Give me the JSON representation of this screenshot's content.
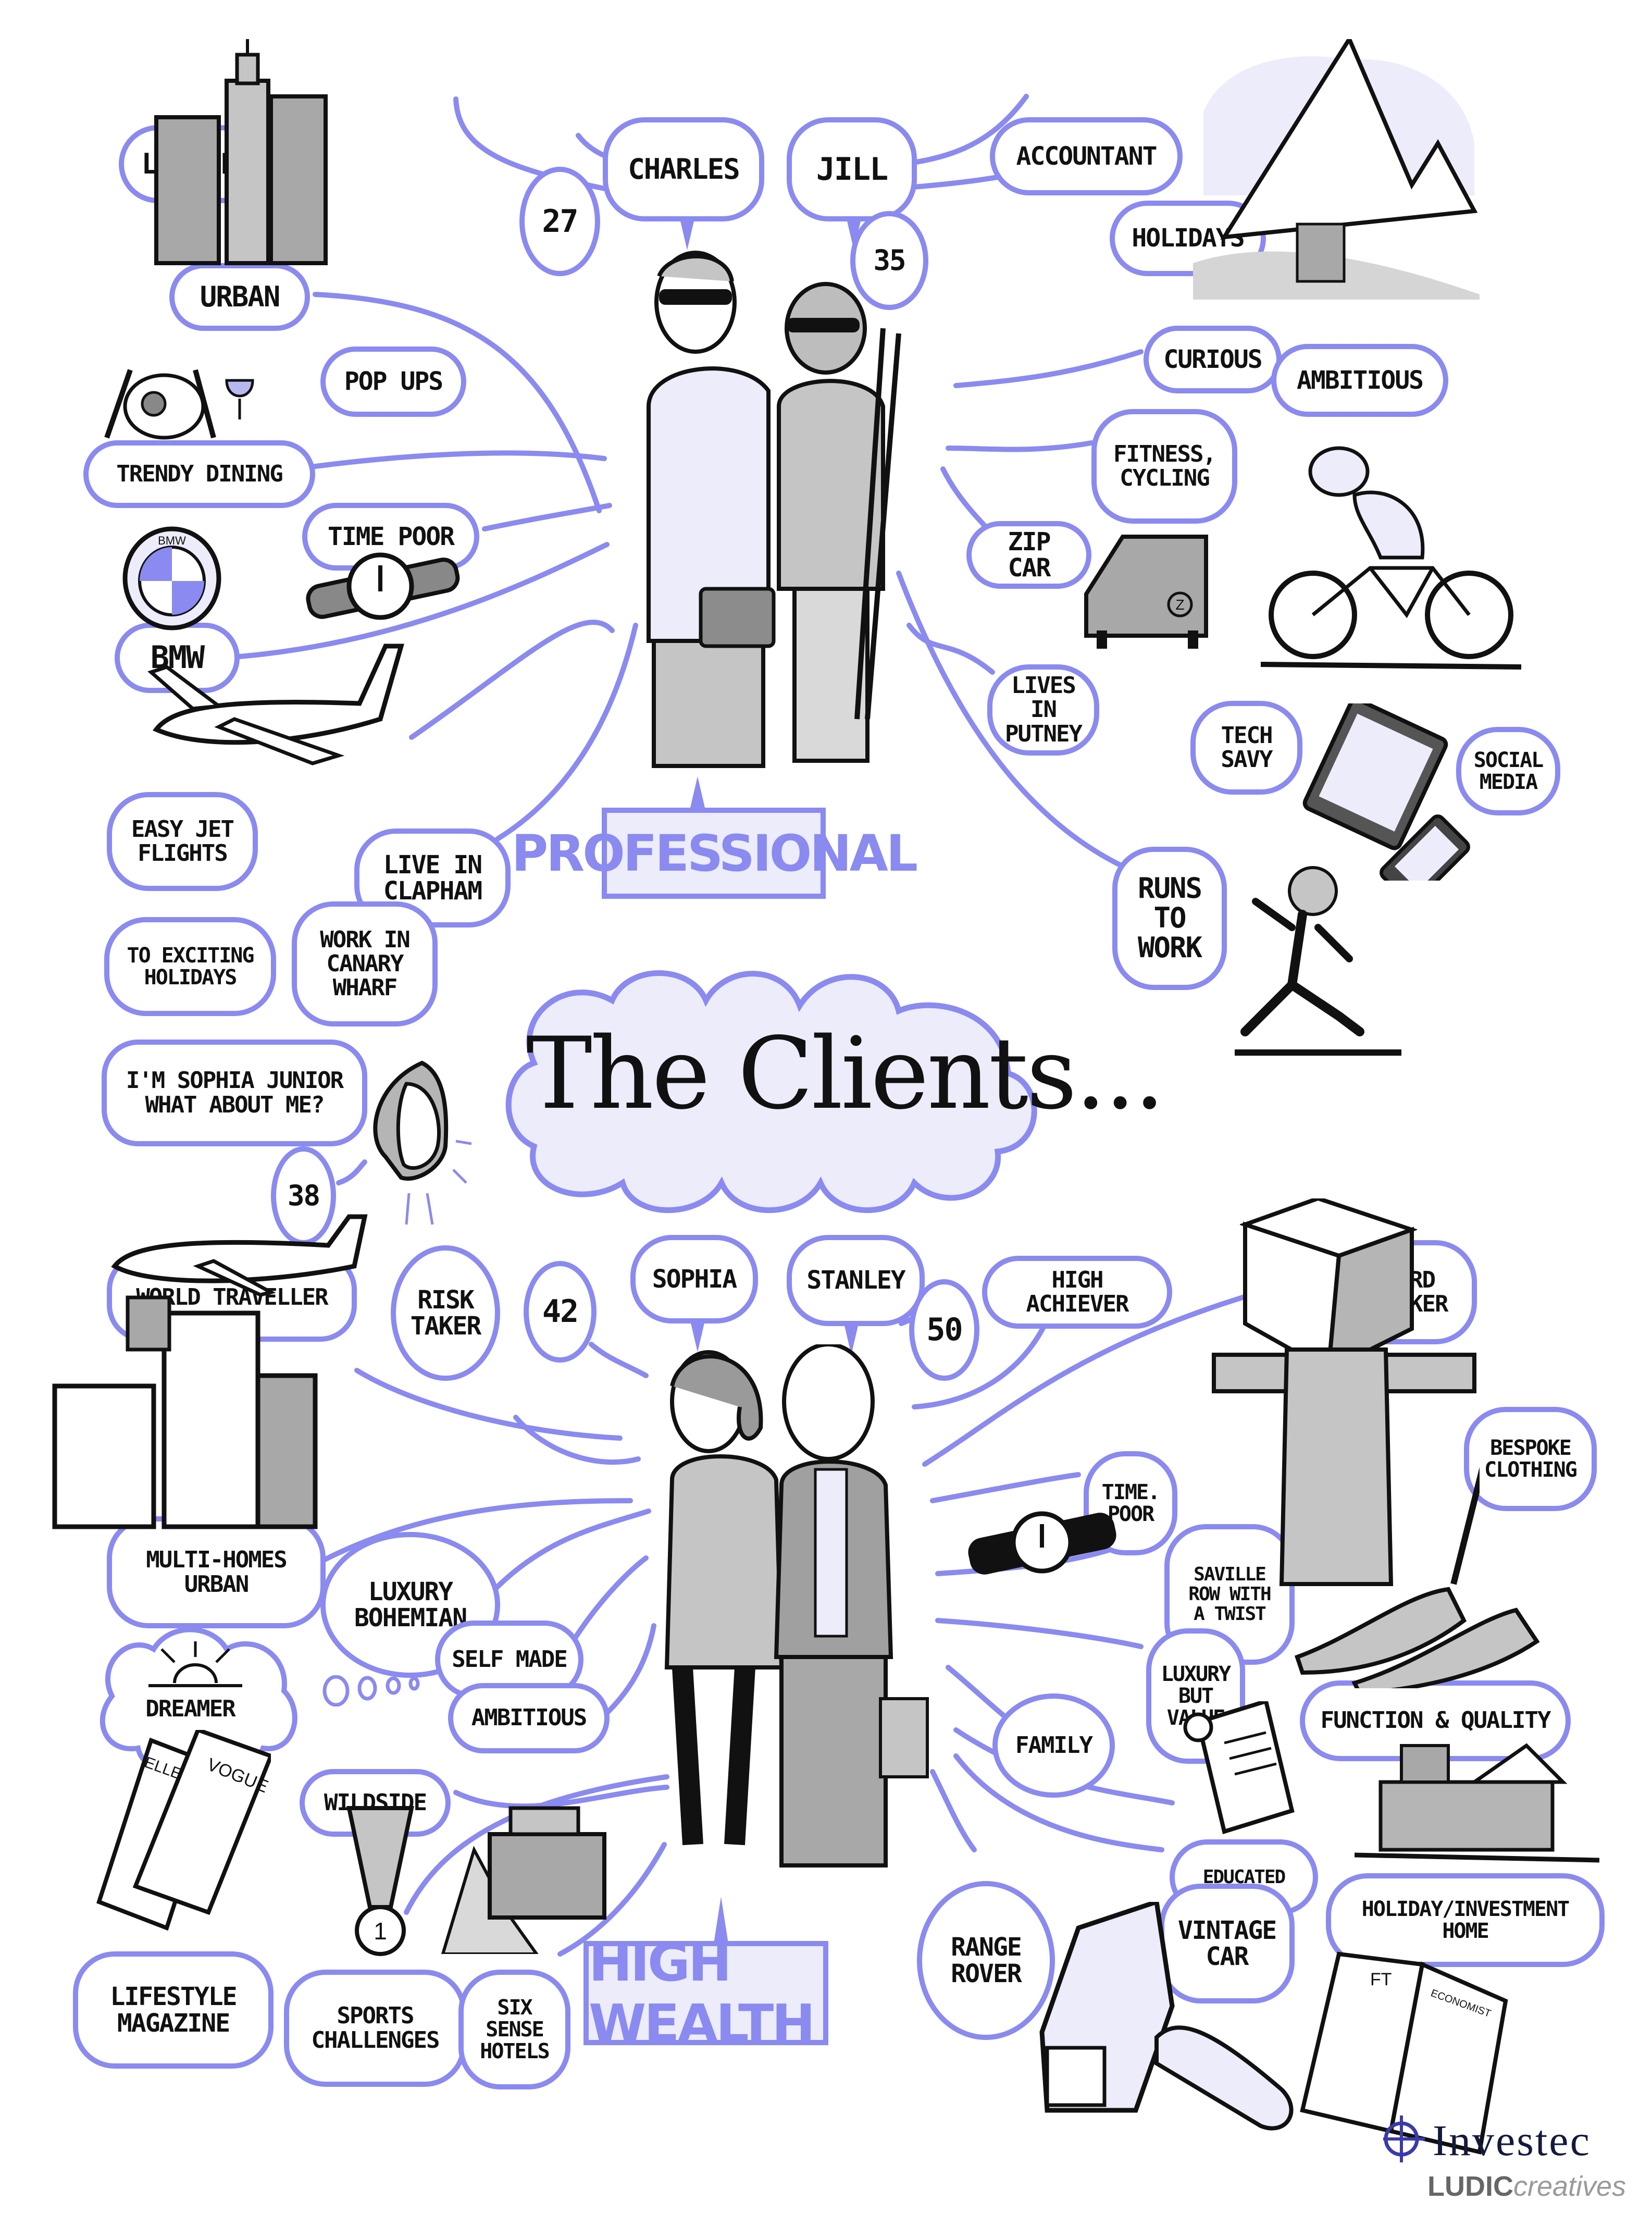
{
  "title": "The Clients...",
  "accent_color": "#8a8af0",
  "accent_fill": "#ececfb",
  "ink_color": "#111111",
  "professional": {
    "banner": "PROFESSIONAL",
    "people": [
      {
        "name": "CHARLES",
        "age": "27",
        "role": "LAWYER"
      },
      {
        "name": "JILL",
        "age": "35",
        "role": "ACCOUNTANT"
      }
    ],
    "traits": {
      "urban": "URBAN",
      "pop_ups": "POP UPS",
      "trendy_dining": "TRENDY DINING",
      "time_poor": "TIME POOR",
      "bmw": "BMW",
      "bmw_badge": "BMW",
      "easy_jet": "EASY JET FLIGHTS",
      "exciting_holidays": "TO EXCITING HOLIDAYS",
      "live_clapham": "LIVE IN CLAPHAM",
      "work_canary": "WORK IN CANARY WHARF",
      "holidays": "HOLIDAYS",
      "curious": "CURIOUS",
      "ambitious": "AMBITIOUS",
      "fitness": "FITNESS, CYCLING",
      "zip_car": "ZIP CAR",
      "lives_putney": "LIVES IN PUTNEY",
      "tech_savvy": "TECH SAVY",
      "social_media": "SOCIAL MEDIA",
      "runs_to_work": "RUNS TO WORK"
    }
  },
  "sophia_junior": {
    "quote": "I'M SOPHIA JUNIOR WHAT ABOUT ME?",
    "age": "38"
  },
  "high_wealth": {
    "banner": "HIGH WEALTH",
    "people": [
      {
        "name": "SOPHIA",
        "age": "42",
        "role": "RISK TAKER"
      },
      {
        "name": "STANLEY",
        "age": "50",
        "role": "HIGH ACHIEVER"
      }
    ],
    "traits": {
      "world_traveller": "WORLD TRAVELLER",
      "multi_homes": "MULTI-HOMES URBAN",
      "luxury_bohemian": "LUXURY BOHEMIAN",
      "self_made": "SELF MADE",
      "dreamer": "DREAMER",
      "ambitious": "AMBITIOUS",
      "wildside": "WILDSIDE",
      "lifestyle_magazine": "LIFESTYLE MAGAZINE",
      "sports_challenges": "SPORTS CHALLENGES",
      "six_sense_hotels": "SIX SENSE HOTELS",
      "hard_worker": "HARD WORKER",
      "bespoke_clothing": "BESPOKE CLOTHING",
      "time_poor": "TIME. POOR",
      "saville_row": "SAVILLE ROW WITH A TWIST",
      "luxury_value": "LUXURY BUT VALUE",
      "function_quality": "FUNCTION & QUALITY",
      "family": "FAMILY",
      "educated": "EDUCATED",
      "holiday_home": "HOLIDAY/INVESTMENT HOME",
      "vintage_car": "VINTAGE CAR",
      "range_rover": "RANGE ROVER"
    },
    "illustration_labels": {
      "magazine_1": "VOGUE",
      "magazine_2": "ELLE",
      "medal": "1",
      "newspaper_1": "FT",
      "newspaper_2": "ECONOMIST"
    }
  },
  "logos": {
    "investec": "Investec",
    "ludic": "LUDIC",
    "creatives": "creatives"
  }
}
